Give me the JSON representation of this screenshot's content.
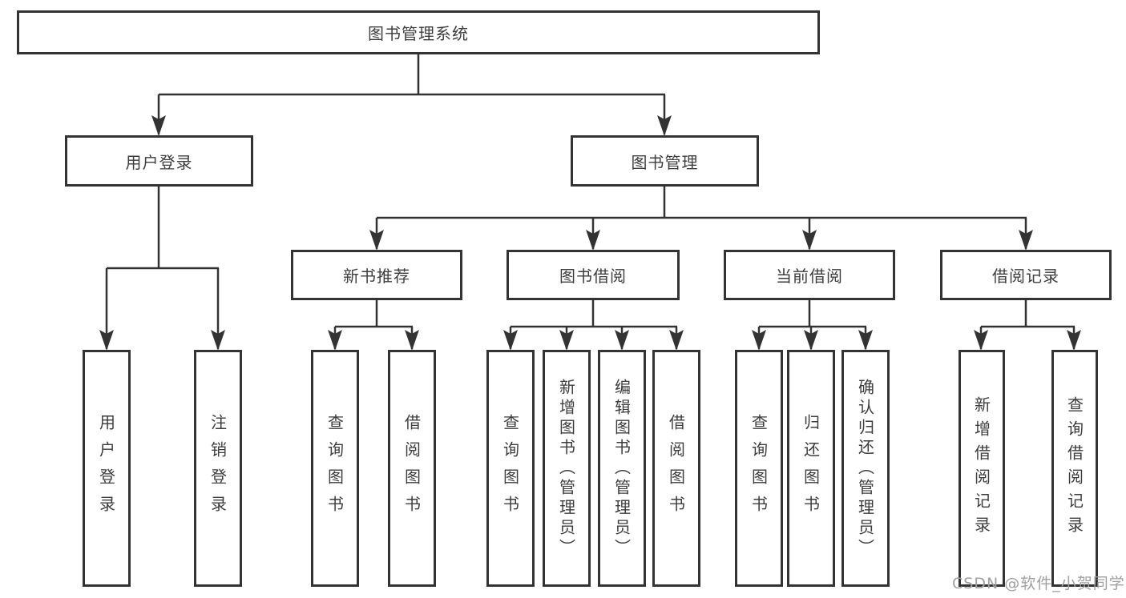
{
  "diagram_title": "图书管理系统",
  "nodes": {
    "root": {
      "label": "图书管理系统"
    },
    "level2": [
      {
        "label": "用户登录"
      },
      {
        "label": "图书管理"
      }
    ],
    "level3": [
      {
        "label": "新书推荐",
        "parent": "图书管理"
      },
      {
        "label": "图书借阅",
        "parent": "图书管理"
      },
      {
        "label": "当前借阅",
        "parent": "图书管理"
      },
      {
        "label": "借阅记录",
        "parent": "图书管理"
      }
    ],
    "level4": [
      {
        "label": "用户登录",
        "parent": "用户登录"
      },
      {
        "label": "注销登录",
        "parent": "用户登录"
      },
      {
        "label": "查询图书",
        "parent": "新书推荐"
      },
      {
        "label": "借阅图书",
        "parent": "新书推荐"
      },
      {
        "label": "查询图书",
        "parent": "图书借阅"
      },
      {
        "label": "新增图书（管理员）",
        "parent": "图书借阅"
      },
      {
        "label": "编辑图书（管理员）",
        "parent": "图书借阅"
      },
      {
        "label": "借阅图书",
        "parent": "图书借阅"
      },
      {
        "label": "查询图书",
        "parent": "当前借阅"
      },
      {
        "label": "归还图书",
        "parent": "当前借阅"
      },
      {
        "label": "确认归还（管理员）",
        "parent": "当前借阅"
      },
      {
        "label": "新增借阅记录",
        "parent": "借阅记录"
      },
      {
        "label": "查询借阅记录",
        "parent": "借阅记录"
      }
    ]
  },
  "watermark": "CSDN @软件_小贺同学",
  "colors": {
    "line": "#333333",
    "text": "#3d3d3d",
    "watermark": "#a0a0a0",
    "background": "#ffffff"
  }
}
